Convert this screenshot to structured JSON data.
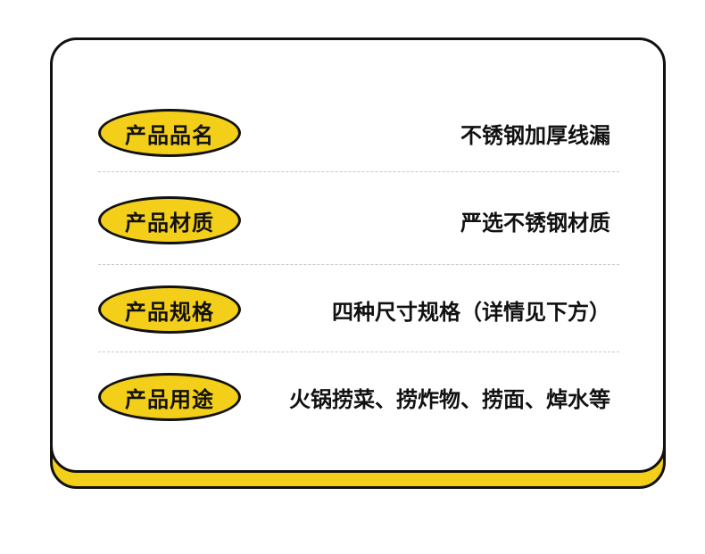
{
  "colors": {
    "accent": "#f4cf1a",
    "outline": "#111111",
    "divider": "#c8c8c8",
    "background": "#ffffff"
  },
  "rows": [
    {
      "label": "产品品名",
      "value": "不锈钢加厚线漏"
    },
    {
      "label": "产品材质",
      "value": "严选不锈钢材质"
    },
    {
      "label": "产品规格",
      "value": "四种尺寸规格（详情见下方）"
    },
    {
      "label": "产品用途",
      "value": "火锅捞菜、捞炸物、捞面、焯水等"
    }
  ]
}
